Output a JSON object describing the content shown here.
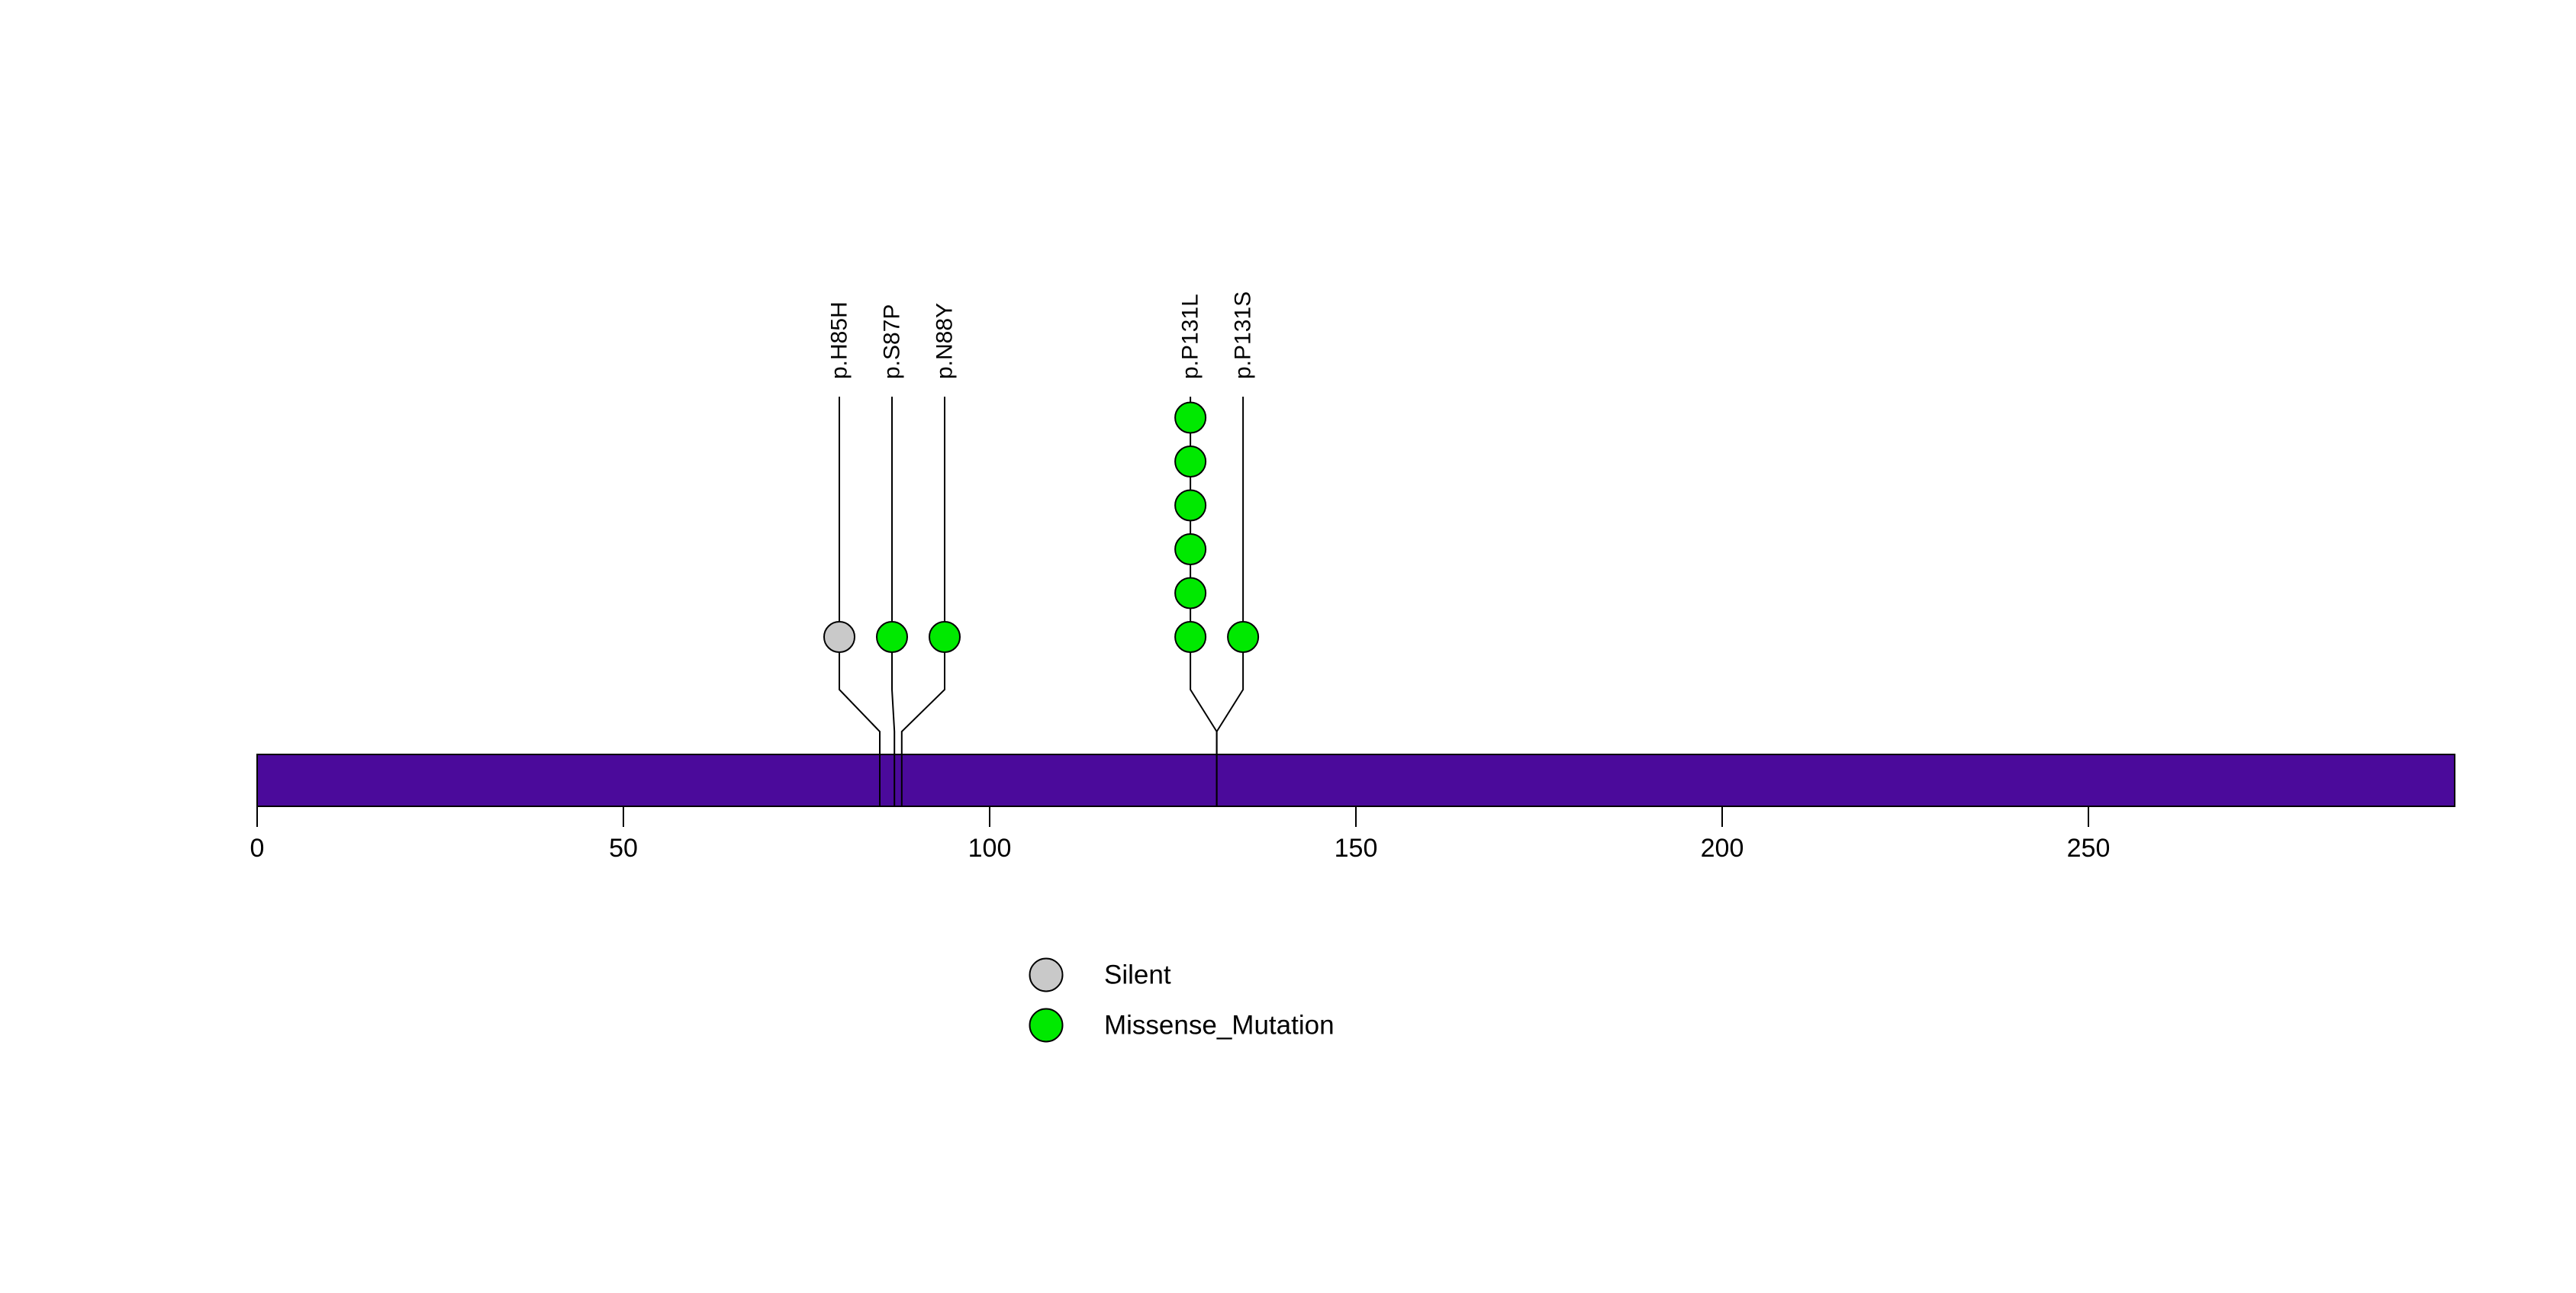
{
  "chart_data": {
    "type": "lollipop",
    "title": "",
    "xlabel": "",
    "ylabel": "",
    "xlim": [
      0,
      300
    ],
    "x_ticks": [
      0,
      50,
      100,
      150,
      200,
      250
    ],
    "grid": false,
    "legend_position": "bottom-center",
    "background_color": "#FFFFFF",
    "protein_bar_color": "#4B0A9B",
    "protein_bar_border_color": "#000000",
    "stem_color": "#000000",
    "mutation_types": {
      "Silent": "#C9C9C9",
      "Missense_Mutation": "#00E900"
    },
    "mutations": [
      {
        "label": "p.H85H",
        "position": 85,
        "count": 1,
        "type": "Silent"
      },
      {
        "label": "p.S87P",
        "position": 87,
        "count": 1,
        "type": "Missense_Mutation"
      },
      {
        "label": "p.N88Y",
        "position": 88,
        "count": 1,
        "type": "Missense_Mutation"
      },
      {
        "label": "p.P131L",
        "position": 131,
        "count": 6,
        "type": "Missense_Mutation"
      },
      {
        "label": "p.P131S",
        "position": 131,
        "count": 1,
        "type": "Missense_Mutation"
      }
    ],
    "legend": [
      {
        "label": "Silent",
        "color": "#C9C9C9"
      },
      {
        "label": "Missense_Mutation",
        "color": "#00E900"
      }
    ]
  }
}
